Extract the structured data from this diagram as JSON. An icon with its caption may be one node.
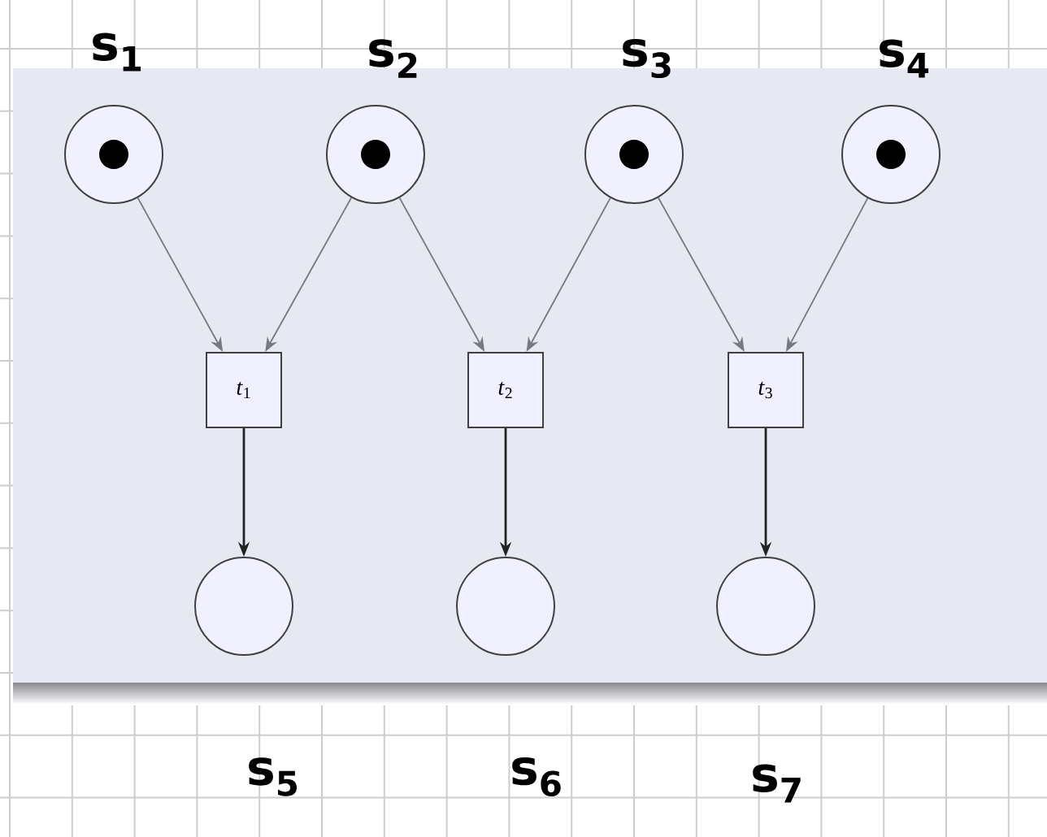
{
  "diagram": {
    "nodes": [
      {
        "text": [],
        "shape": "circle",
        "beside": [
          "s$_{1}$"
        ]
      },
      {
        "text": [],
        "shape": "circle",
        "beside": [
          "s$_{2}$"
        ]
      },
      {
        "text": [],
        "shape": "circle",
        "beside": [
          "s$_{3}$"
        ]
      },
      {
        "text": [],
        "shape": "circle",
        "beside": [
          "s$_{4}$"
        ]
      },
      {
        "text": [
          "*t*$_{1}$"
        ]
      },
      {
        "text": [
          "*t*$_{2}$"
        ]
      },
      {
        "text": [
          "*t*$_{3}$"
        ]
      },
      {
        "text": [],
        "shape": "circle",
        "beside": [
          "s$_{5}$"
        ]
      },
      {
        "text": [],
        "shape": "circle",
        "beside": [
          "s$_{6}$"
        ]
      },
      {
        "text": [],
        "shape": "circle",
        "beside": [
          "s$_{7}$"
        ]
      }
    ],
    "edges": [
      {
        "from": 0,
        "to": 4,
        "arrow": "to"
      },
      {
        "from": 1,
        "to": 4,
        "arrow": "to"
      },
      {
        "from": 1,
        "to": 5,
        "arrow": "to"
      },
      {
        "from": 2,
        "to": 5,
        "arrow": "to"
      },
      {
        "from": 2,
        "to": 6,
        "arrow": "to"
      },
      {
        "from": 3,
        "to": 6,
        "arrow": "to"
      },
      {
        "from": 4,
        "to": 7,
        "arrow": "to",
        "color": "#222222"
      },
      {
        "from": 5,
        "to": 8,
        "arrow": "to",
        "color": "#222222"
      },
      {
        "from": 6,
        "to": 9,
        "arrow": "to",
        "color": "#222222"
      }
    ]
  }
}
